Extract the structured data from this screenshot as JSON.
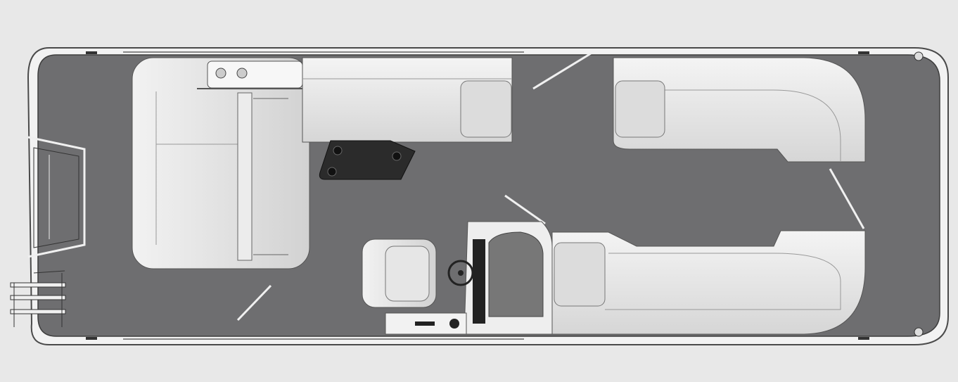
{
  "colors": {
    "background": "#e8e8e8",
    "deck": "#6e6e70",
    "hull": "#f2f2f2",
    "outline": "#4a4a4a",
    "seating": "#e4e4e4",
    "seating_shade": "#cfcfcf",
    "table": "#2b2b2b"
  },
  "features": [
    "sun-pad",
    "bow-bench",
    "captain-seat",
    "helm-console",
    "steering-wheel",
    "rear-lounge",
    "table",
    "boarding-ladder",
    "bow-gate"
  ]
}
